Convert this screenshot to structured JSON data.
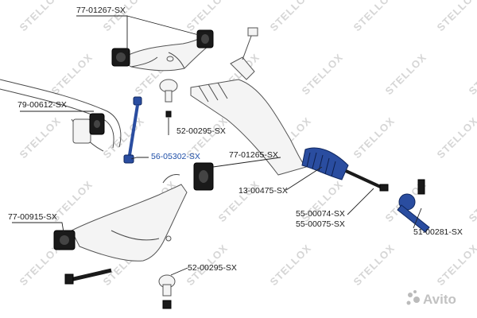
{
  "watermark": {
    "text": "STELLOX"
  },
  "brand": {
    "text": "Avito"
  },
  "callouts": [
    {
      "id": "upper-arm",
      "label": "77-01267-SX"
    },
    {
      "id": "stab-bushing",
      "label": "79-00612-SX"
    },
    {
      "id": "upper-balljoint",
      "label": "52-00295-SX"
    },
    {
      "id": "stab-link",
      "label": "56-05302-SX",
      "highlight": true
    },
    {
      "id": "lower-bushing-rear",
      "label": "77-01265-SX"
    },
    {
      "id": "rack-boot",
      "label": "13-00475-SX"
    },
    {
      "id": "lower-bushing-front",
      "label": "77-00915-SX"
    },
    {
      "id": "tie-rod-1",
      "label": "55-00074-SX"
    },
    {
      "id": "tie-rod-2",
      "label": "55-00075-SX"
    },
    {
      "id": "tie-rod-end",
      "label": "51-00281-SX"
    },
    {
      "id": "lower-balljoint",
      "label": "52-00295-SX"
    }
  ],
  "colors": {
    "highlight_part": "#2a4da0",
    "label_highlight": "#1f4fa8"
  }
}
